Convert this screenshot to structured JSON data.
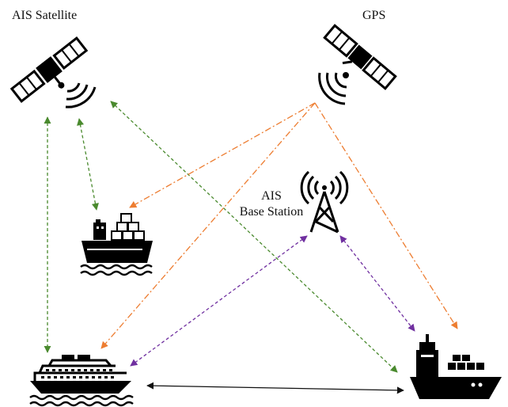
{
  "labels": {
    "ais_satellite": "AIS Satellite",
    "gps": "GPS",
    "ais_base_line1": "AIS",
    "ais_base_line2": "Base Station"
  },
  "icons": {
    "ais_satellite": "satellite-icon",
    "gps_satellite": "satellite-icon",
    "base_station": "radio-tower-icon",
    "cargo_ship": "cargo-ship-icon",
    "cruise_ship": "cruise-ship-icon",
    "container_ship": "container-ship-icon"
  },
  "colors": {
    "ais_link": "#4a8a2e",
    "gps_link": "#ed7d31",
    "base_link": "#7030a0",
    "ship_link": "#111111",
    "icon": "#000000"
  }
}
